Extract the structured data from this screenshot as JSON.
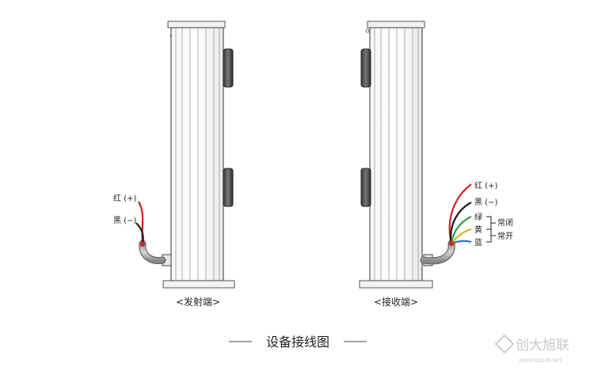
{
  "transmitter": {
    "caption": "<发射端>",
    "wires": [
      {
        "label": "红 (+)",
        "color": "#d21f26"
      },
      {
        "label": "黑 (−)",
        "color": "#1a1a1a"
      }
    ]
  },
  "receiver": {
    "caption": "<接收端>",
    "wires": [
      {
        "label": "红 (+)",
        "color": "#d21f26"
      },
      {
        "label": "黑 (−)",
        "color": "#1a1a1a"
      },
      {
        "label": "绿",
        "color": "#2f9e3a"
      },
      {
        "label": "黄",
        "color": "#e0b31a"
      },
      {
        "label": "蓝",
        "color": "#2d6fd0"
      }
    ],
    "groups": [
      {
        "label": "常闭"
      },
      {
        "label": "常开"
      }
    ]
  },
  "title": "设备接线图",
  "watermark": {
    "logo_text": "创大旭联",
    "sub_text": "WWW.CDDTN.NET"
  }
}
